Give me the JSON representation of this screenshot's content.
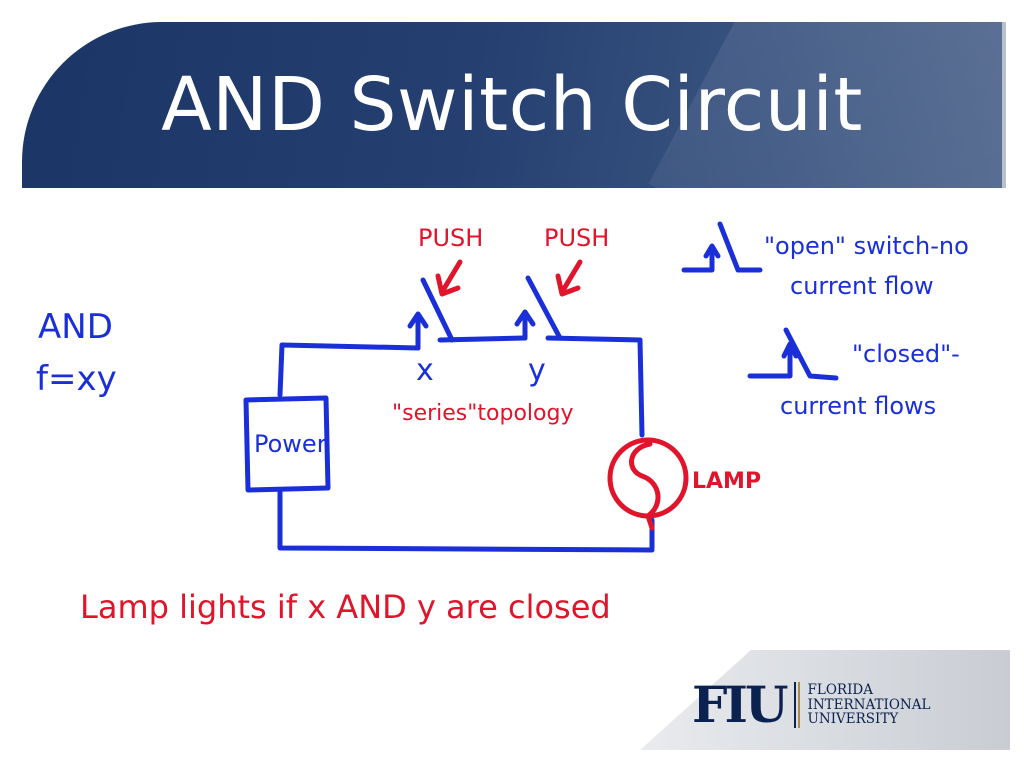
{
  "slide": {
    "title": "AND Switch Circuit"
  },
  "diagram": {
    "label_and": "AND",
    "label_function": "f=xy",
    "push_x": "PUSH",
    "push_y": "PUSH",
    "switch_x_label": "x",
    "switch_y_label": "y",
    "topology_note": "\"series\"topology",
    "power_label": "Power",
    "lamp_label": "LAMP",
    "caption": "Lamp lights if x AND y are closed",
    "legend": {
      "open_line1": "\"open\" switch-no",
      "open_line2": "current flow",
      "closed_line1": "\"closed\"-",
      "closed_line2": "current flows"
    },
    "colors": {
      "ink_blue": "#1a2fd8",
      "ink_red": "#e0142a",
      "banner": "#1b3566"
    }
  },
  "footer": {
    "logo_mark": "FIU",
    "logo_line1": "FLORIDA",
    "logo_line2": "INTERNATIONAL",
    "logo_line3": "UNIVERSITY"
  }
}
